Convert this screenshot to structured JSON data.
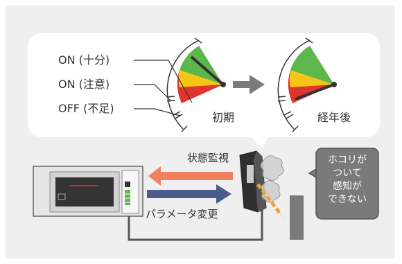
{
  "gauge_labels": {
    "on_sufficient": "ON (十分)",
    "on_caution": "ON (注意)",
    "off_insufficient": "OFF (不足)"
  },
  "gauges": {
    "initial": {
      "label": "初期"
    },
    "aged": {
      "label": "経年後"
    }
  },
  "signals": {
    "status_monitor": "状態監視",
    "param_change": "パラメータ変更"
  },
  "sensor_note": [
    "ホコリが",
    "ついて",
    "感知が",
    "できない"
  ],
  "colors": {
    "green": "#5cb84a",
    "yellow": "#f5c518",
    "red": "#e0342f",
    "orange_arrow": "#f08060",
    "blue_arrow": "#4a5a8a",
    "needle": "#333333",
    "note_box": "#7a7a7a"
  }
}
